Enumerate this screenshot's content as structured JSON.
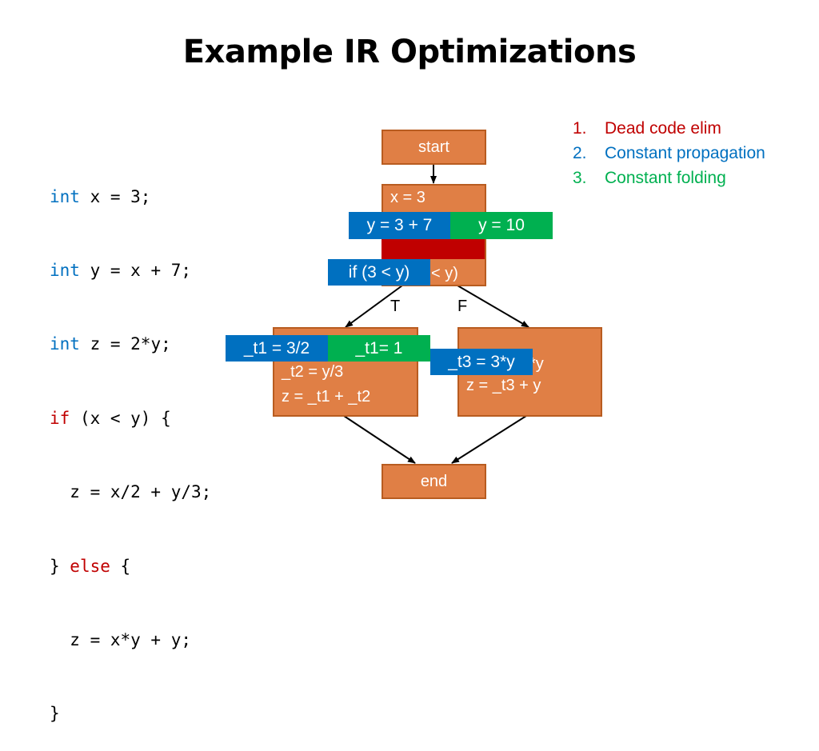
{
  "title": "Example IR Optimizations",
  "source_code": {
    "lines": [
      {
        "kw": "int",
        "kw_color": "blue",
        "rest": " x = 3;"
      },
      {
        "kw": "int",
        "kw_color": "blue",
        "rest": " y = x + 7;"
      },
      {
        "kw": "int",
        "kw_color": "blue",
        "rest": " z = 2*y;"
      },
      {
        "kw": "if",
        "kw_color": "red",
        "rest": " (x < y) {"
      },
      {
        "kw": "",
        "kw_color": "",
        "rest": "  z = x/2 + y/3;"
      },
      {
        "kw": "else",
        "kw_color": "red",
        "prefix": "} ",
        "rest": " {"
      },
      {
        "kw": "",
        "kw_color": "",
        "rest": "  z = x*y + y;"
      },
      {
        "kw": "",
        "kw_color": "",
        "rest": "}"
      }
    ]
  },
  "legend": {
    "items": [
      {
        "num": "1.",
        "label": "Dead code elim",
        "color": "#C00000"
      },
      {
        "num": "2.",
        "label": "Constant propagation",
        "color": "#0070C0"
      },
      {
        "num": "3.",
        "label": "Constant folding",
        "color": "#00B050"
      }
    ]
  },
  "cfg": {
    "start_label": "start",
    "end_label": "end",
    "entry_block": {
      "line1": "x = 3",
      "hidden_tail": "< y)",
      "propagation_y": "y = 3 + 7",
      "folding_y": "y = 10",
      "propagation_if": "if (3 < y)"
    },
    "true_block": {
      "propagation_t1": "_t1 = 3/2",
      "folding_t1": "_t1= 1",
      "line2": "_t2 = y/3",
      "line3": "z = _t1 + _t2"
    },
    "false_block": {
      "hidden_tail": "*y",
      "propagation_t3": "_t3 = 3*y",
      "line2": "z = _t3 + y"
    },
    "edge_true": "T",
    "edge_false": "F"
  },
  "colors": {
    "block_fill": "#E07F45",
    "block_border": "#B85C20",
    "dead_code": "#C00000",
    "propagation": "#0070C0",
    "folding": "#00B050"
  }
}
